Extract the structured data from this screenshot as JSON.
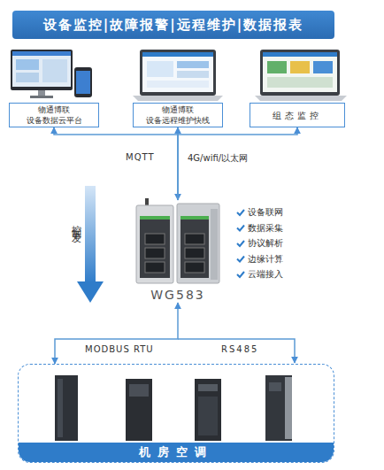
{
  "diagram": {
    "title": "设备监控|故障报警|远程维护|数据报表",
    "nodes": [
      {
        "text": [
          "物通博联 设备数据云平台"
        ]
      },
      {
        "text": [
          "物通博联 设备远程维护快线"
        ]
      },
      {
        "text": [
          "组态监控"
        ]
      },
      {
        "text": [
          "WG583"
        ]
      },
      {
        "text": [
          "机房空调"
        ]
      }
    ],
    "edges": [
      {
        "from": 3,
        "to": 0,
        "arrow": "to"
      },
      {
        "from": 3,
        "to": 1,
        "arrow": "both"
      },
      {
        "from": 3,
        "to": 2,
        "arrow": "to"
      },
      {
        "from": 3,
        "to": 4,
        "arrow": "both"
      }
    ],
    "labels": [
      "MQTT",
      "4G/wifi/以太网",
      "控制下发",
      "设备联网",
      "数据采集",
      "协议解析",
      "边缘计算",
      "云端接入",
      "MODBUS RTU",
      "RS485"
    ]
  }
}
